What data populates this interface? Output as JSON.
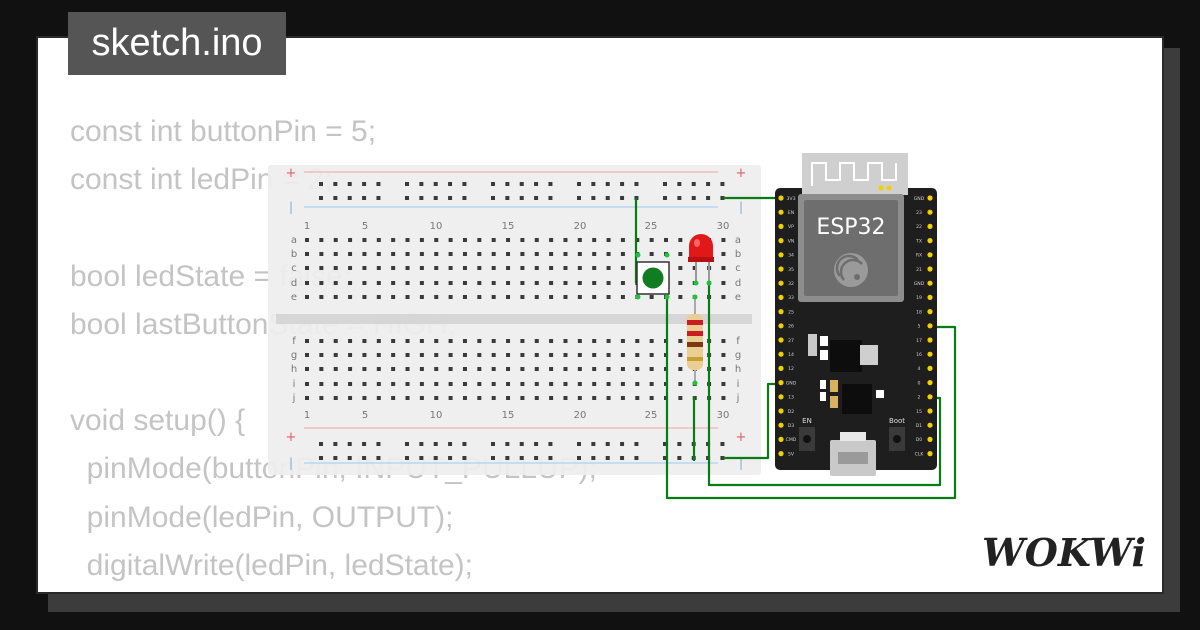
{
  "sketch": {
    "filename": "sketch.ino",
    "code_lines": [
      "const int buttonPin = 5;",
      "const int ledPin = 2;",
      "",
      "bool ledState = false;",
      "bool lastButtonState = HIGH;",
      "",
      "void setup() {",
      "  pinMode(buttonPin, INPUT_PULLUP);",
      "  pinMode(ledPin, OUTPUT);",
      "  digitalWrite(ledPin, ledState);",
      "}"
    ]
  },
  "breadboard": {
    "column_numbers": [
      "1",
      "5",
      "10",
      "15",
      "20",
      "25",
      "30"
    ],
    "top_row_letters": [
      "a",
      "b",
      "c",
      "d",
      "e"
    ],
    "bottom_row_letters": [
      "f",
      "g",
      "h",
      "i",
      "j"
    ],
    "rail_plus": "+",
    "rail_minus": "|"
  },
  "esp32": {
    "label": "ESP32",
    "left_pins": [
      "3V3",
      "EN",
      "VP",
      "VN",
      "34",
      "35",
      "32",
      "33",
      "25",
      "26",
      "27",
      "14",
      "12",
      "GND",
      "13",
      "D2",
      "D3",
      "CMD",
      "5V"
    ],
    "right_pins": [
      "GND",
      "23",
      "22",
      "TX",
      "RX",
      "21",
      "GND",
      "19",
      "18",
      "5",
      "17",
      "16",
      "4",
      "0",
      "2",
      "15",
      "D1",
      "D0",
      "CLK"
    ],
    "button_en": "EN",
    "button_boot": "Boot"
  },
  "branding": {
    "logo_text": "WOKWi"
  },
  "colors": {
    "wire": "#0a7a14",
    "led": "#e01818",
    "button_cap": "#0f7d20",
    "board": "#1e1e1e",
    "pin_gold": "#f0d000",
    "background": "#111111",
    "card": "#ffffff",
    "code_text": "#c4c4c4",
    "filename_bg": "#555555"
  }
}
